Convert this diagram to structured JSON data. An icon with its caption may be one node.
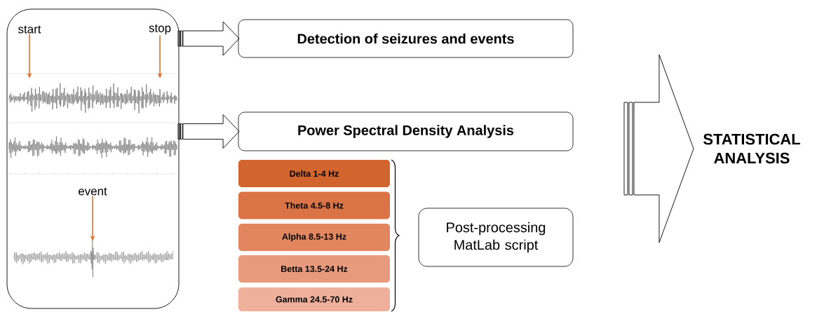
{
  "diagram": {
    "nodes": [
      {
        "text": [],
        "shape": "box"
      },
      {
        "text": [
          "start"
        ],
        "in": 0
      },
      {
        "text": [
          "stop"
        ],
        "in": 0
      },
      {
        "text": [
          "event"
        ],
        "in": 0
      },
      {
        "text": [
          "Detection of seizures and events"
        ]
      },
      {
        "text": [
          "Power Spectral Density Analysis"
        ]
      },
      {
        "text": [
          "Delta 1-4 Hz"
        ]
      },
      {
        "text": [
          "Theta 4.5-8 Hz"
        ]
      },
      {
        "text": [
          "Alpha  8.5-13 Hz"
        ]
      },
      {
        "text": [
          "Betta 13.5-24 Hz"
        ]
      },
      {
        "text": [
          "Gamma 24.5-70 Hz"
        ]
      },
      {
        "text": [
          "Post-processing MatLab script"
        ]
      },
      {
        "text": [
          "STATISTICAL ANALYSIS"
        ]
      },
      {
        "text": [],
        "shape": "picture",
        "in": 0
      },
      {
        "text": [],
        "shape": "picture",
        "in": 0
      }
    ],
    "edges": [
      {
        "from": 1,
        "to": 13,
        "arrow": "to",
        "color": "#e4702e"
      },
      {
        "from": 2,
        "to": 13,
        "arrow": "to",
        "color": "#e4702e"
      },
      {
        "from": 3,
        "to": 14,
        "arrow": "to",
        "color": "#e4702e"
      },
      {
        "from": 0,
        "to": 4,
        "arrow": "to",
        "color": "#000000"
      },
      {
        "from": 0,
        "to": 5,
        "arrow": "to",
        "color": "#000000"
      },
      {
        "from": null,
        "to": 12,
        "arrow": "to",
        "color": "#000000"
      }
    ]
  }
}
